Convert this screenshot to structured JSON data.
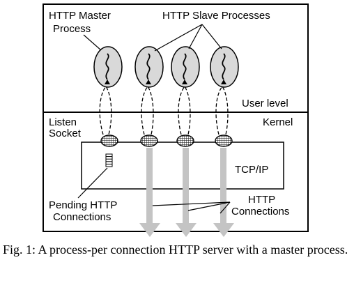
{
  "diagram": {
    "labels": {
      "master_line1": "HTTP Master",
      "master_line2": "Process",
      "slaves": "HTTP Slave Processes",
      "user_level": "User level",
      "kernel": "Kernel",
      "listen_line1": "Listen",
      "listen_line2": "Socket",
      "tcpip": "TCP/IP",
      "pending_line1": "Pending HTTP",
      "pending_line2": "Connections",
      "http_line1": "HTTP",
      "http_line2": "Connections"
    },
    "colors": {
      "process_fill": "#d9d9d9",
      "arrow_fill": "#c4c4c4",
      "stroke": "#000000"
    }
  },
  "caption": {
    "text": "Fig. 1:  A process-per connection HTTP server with a master process."
  }
}
